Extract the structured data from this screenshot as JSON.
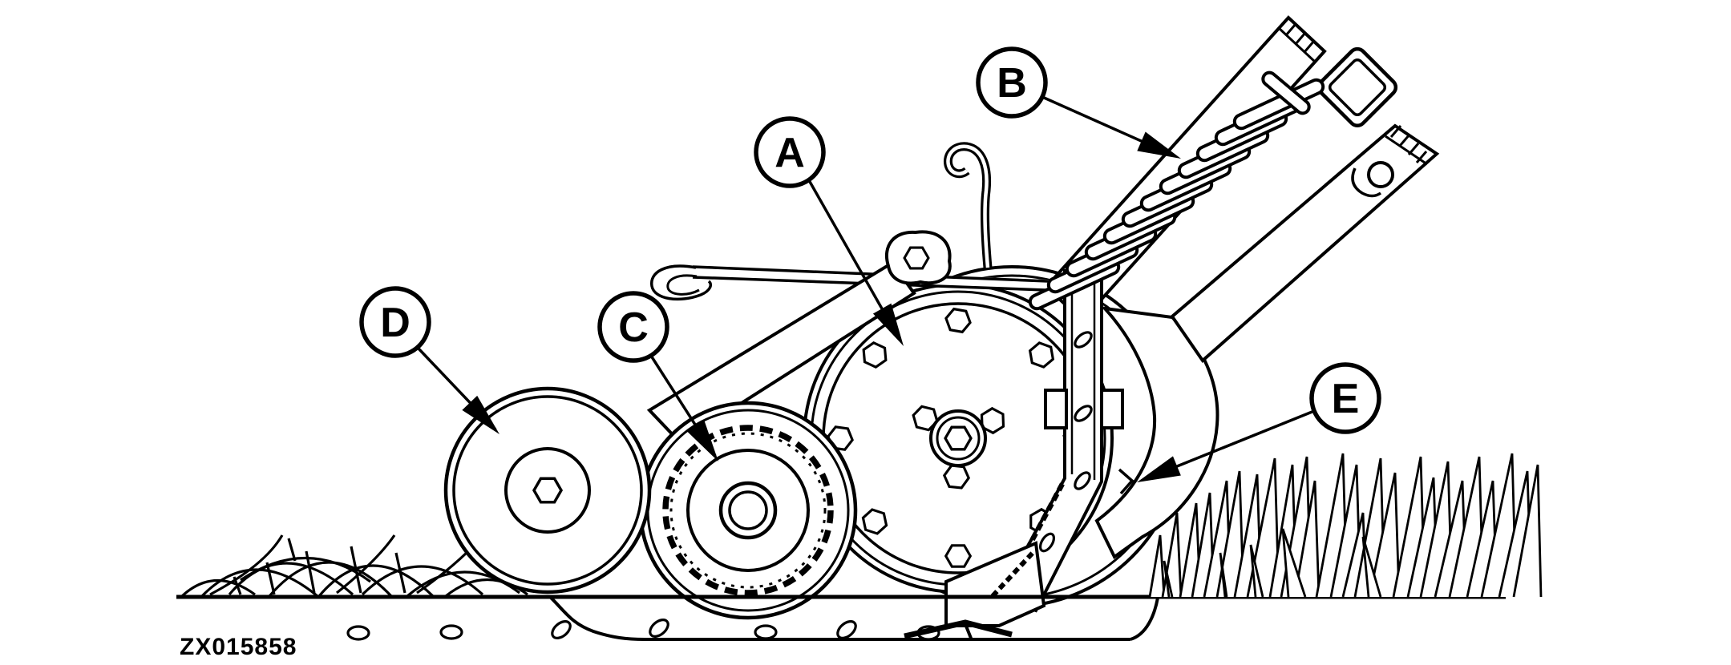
{
  "figure": {
    "code": "ZX015858",
    "callouts": [
      {
        "id": "A",
        "letter": "A"
      },
      {
        "id": "B",
        "letter": "B"
      },
      {
        "id": "C",
        "letter": "C"
      },
      {
        "id": "D",
        "letter": "D"
      },
      {
        "id": "E",
        "letter": "E"
      }
    ],
    "colors": {
      "line": "#000000",
      "background": "#ffffff"
    }
  }
}
